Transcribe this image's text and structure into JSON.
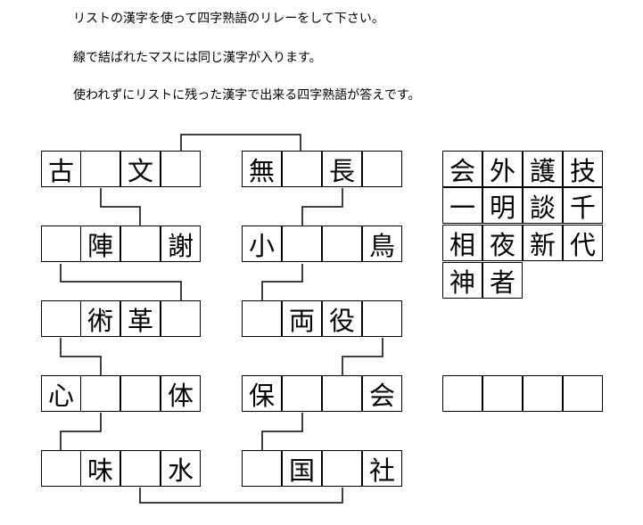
{
  "instructions": [
    "リストの漢字を使って四字熟語のリレーをして下さい。",
    "線で結ばれたマスには同じ漢字が入ります。",
    "使われずにリストに残った漢字で出来る四字熟語が答えです。"
  ],
  "puzzle": {
    "left_column": [
      [
        "古",
        "",
        "文",
        ""
      ],
      [
        "",
        "陣",
        "",
        "謝"
      ],
      [
        "",
        "術",
        "革",
        ""
      ],
      [
        "心",
        "",
        "",
        "体"
      ],
      [
        "",
        "味",
        "",
        "水"
      ]
    ],
    "middle_column": [
      [
        "無",
        "",
        "長",
        ""
      ],
      [
        "小",
        "",
        "",
        "鳥"
      ],
      [
        "",
        "両",
        "役",
        ""
      ],
      [
        "保",
        "",
        "",
        "会"
      ],
      [
        "",
        "国",
        "",
        "社"
      ]
    ]
  },
  "kanji_list": [
    [
      "会",
      "外",
      "護",
      "技"
    ],
    [
      "一",
      "明",
      "談",
      "千"
    ],
    [
      "相",
      "夜",
      "新",
      "代"
    ],
    [
      "神",
      "者"
    ]
  ],
  "answer_cells": [
    "",
    "",
    "",
    ""
  ]
}
